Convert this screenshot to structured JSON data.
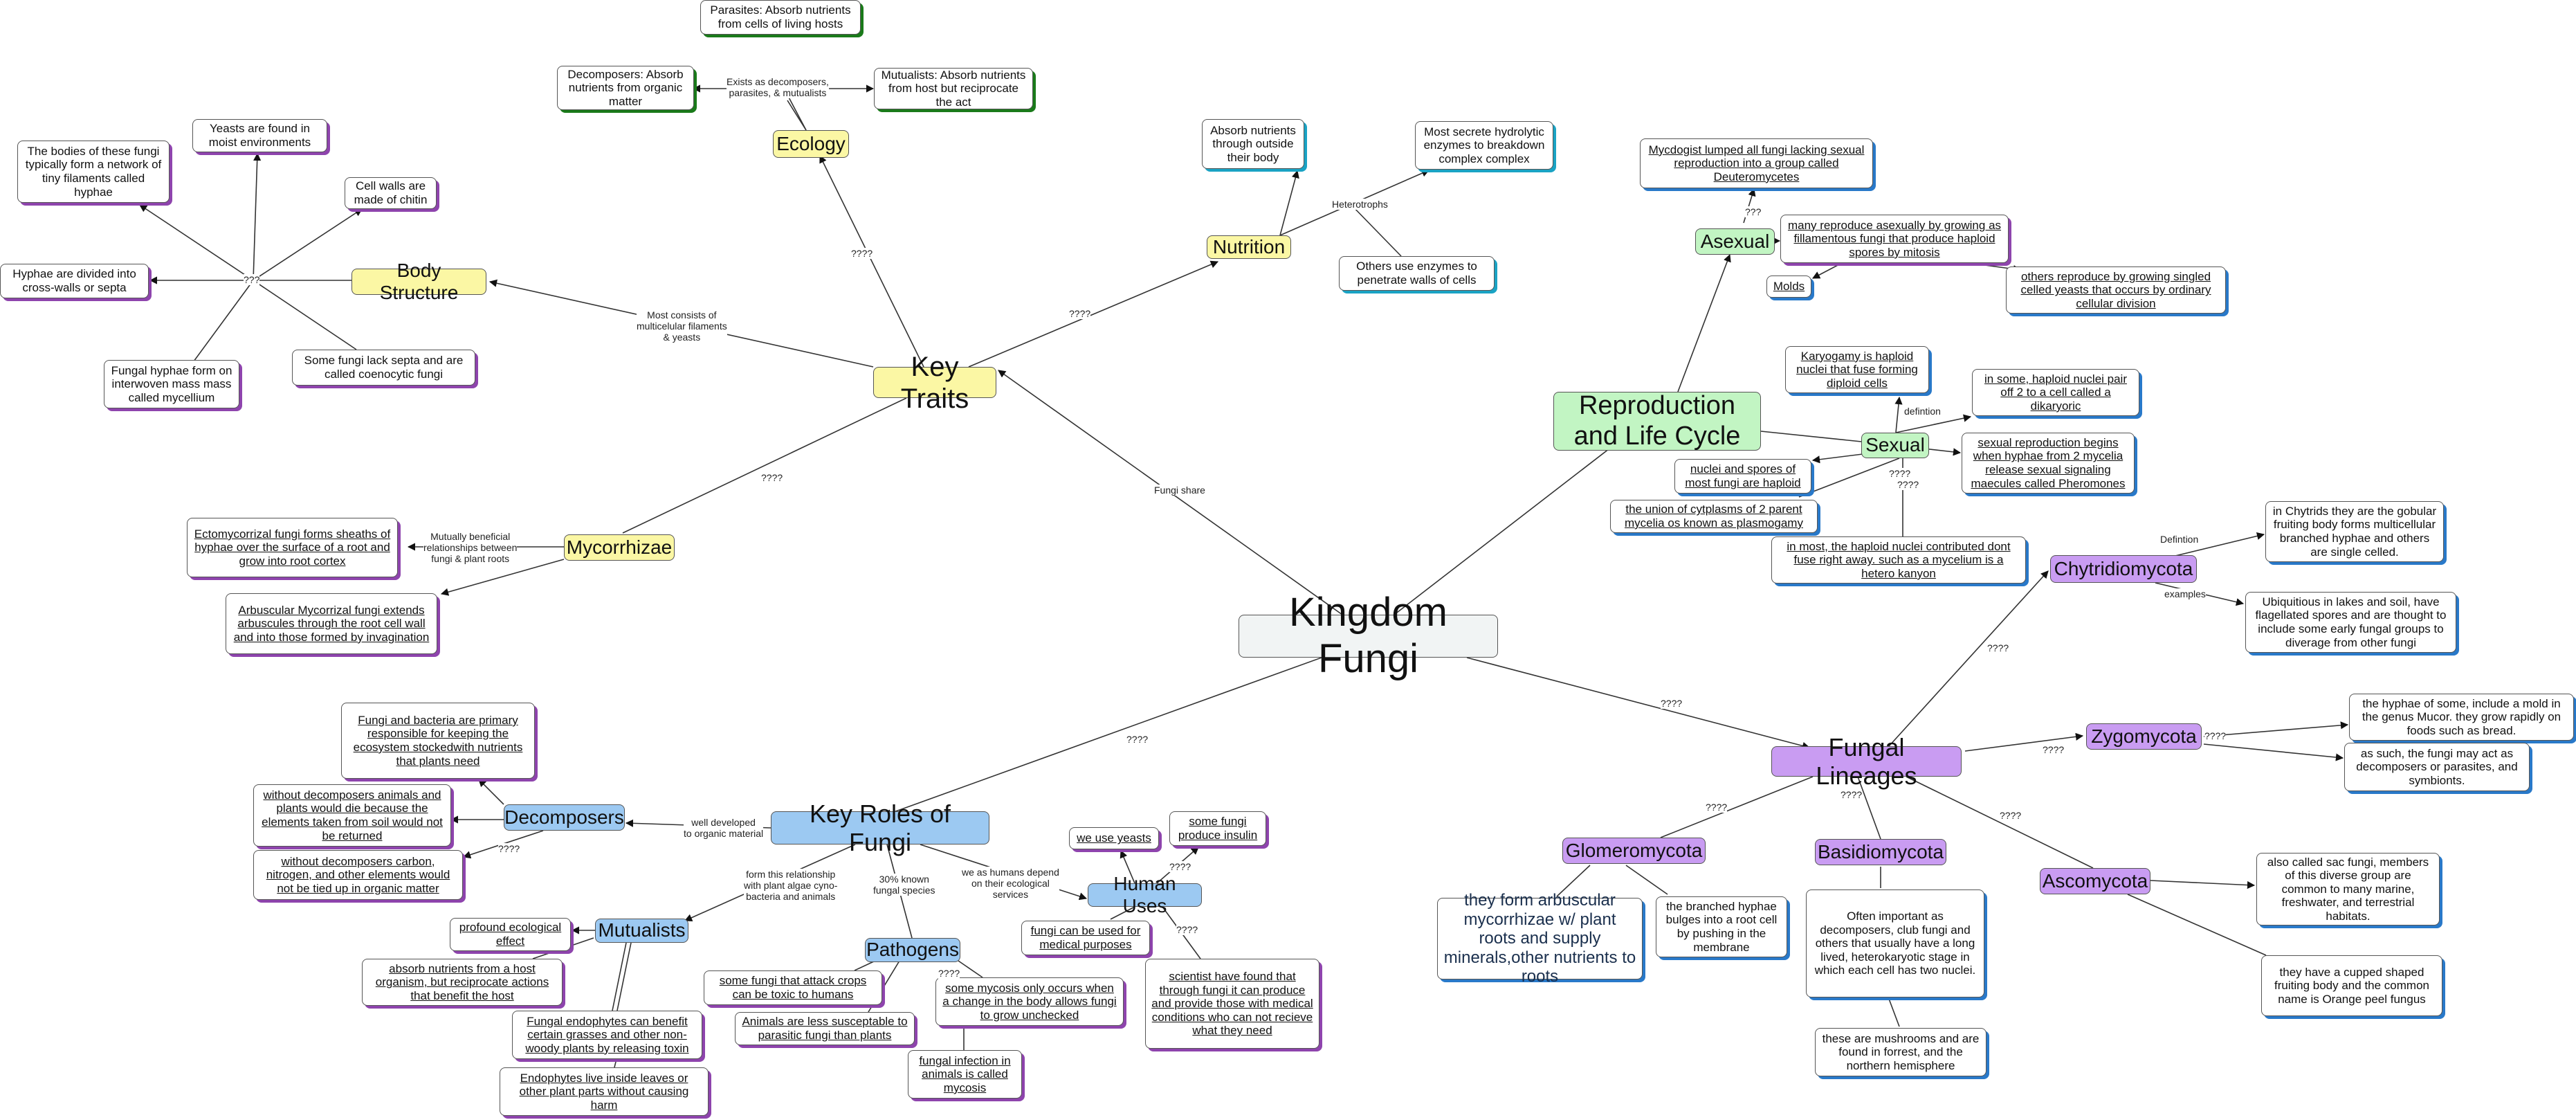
{
  "root": "Kingdom Fungi",
  "key_traits": {
    "title": "Key Traits",
    "ecology": "Ecology",
    "nutrition": "Nutrition",
    "body_structure": "Body Structure",
    "mycorrhizae": "Mycorrhizae",
    "parasites": "Parasites: Absorb nutrients from cells of living hosts",
    "decomposers_eco": "Decomposers: Absorb nutrients from organic matter",
    "mutualists_eco": "Mutualists: Absorb nutrients from host but reciprocate the act",
    "eco_label": "Exists as decomposers,\nparasites, & mutualists",
    "absorb": "Absorb nutrients through outside their body",
    "hydrolytic": "Most secrete hydrolytic enzymes to breakdown complex complex",
    "enzymes": "Others use enzymes to penetrate walls of cells",
    "heterotrophs": "Heterotrophs",
    "yeasts": "Yeasts are found in moist environments",
    "bodies": "The bodies of these fungi typically form a network of tiny filaments called hyphae",
    "chitin": "Cell walls are made of chitin",
    "septa": "Hyphae are divided into cross-walls or septa",
    "mycelium": "Fungal hyphae form on interwoven mass mass called mycellium",
    "coenocytic": "Some fungi lack septa and are called coenocytic fungi",
    "multicellular": "Most consists of\nmulticelular filaments\n& yeasts",
    "ecto": "Ectomycorrizal fungi forms sheaths of hyphae over the surface of a root and grow into root cortex",
    "arbuscular": "Arbuscular Mycorrizal fungi extends arbuscules through the root cell wall and into those formed by invagination",
    "myco_label": "Mutually beneficial\nrelationships between\nfungi & plant roots"
  },
  "reproduction": {
    "title": "Reproduction and Life Cycle",
    "asexual": "Asexual",
    "sexual": "Sexual",
    "mycologist": "Mycdogist lumped all fungi lacking sexual reproduction into a group called Deuteromycetes",
    "mitosis": "many reproduce asexually by growing as fillamentous fungi that produce haploid spores by mitosis",
    "molds": "Molds",
    "yeasts_div": "others reproduce by growing singled celled yeasts that occurs by ordinary cellular division",
    "karyogamy": "Karyogamy is haploid nuclei that fuse forming diploid cells",
    "dikaryotic": "in some, haploid nuclei pair off 2 to a cell called a dikaryoric",
    "pheromones": "sexual reproduction begins when hyphae from 2 mycelia release sexual signaling maecules called Pheromones",
    "nuclei": "nuclei and spores of most fungi are haploid",
    "plasmogamy": "the union of cytplasms of 2 parent mycelia os known as plasmogamy",
    "heterokaryon": "in most, the haploid nuclei contributed dont fuse right away. such as a mycelium is a hetero kanyon",
    "defintion": "defintion"
  },
  "roles": {
    "title": "Key Roles of Fungi",
    "decomposers": "Decomposers",
    "mutualists": "Mutualists",
    "pathogens": "Pathogens",
    "human_uses": "Human Uses",
    "fungi_bacteria": "Fungi and bacteria are primary responsible for keeping the ecosystem stockedwith nutrients that plants need",
    "without1": "without decomposers animals and plants would die because the elements taken from soil would not be returned",
    "without2": "without decomposers carbon, nitrogen, and other elements would not be tied up in organic matter",
    "profound": "profound ecological effect",
    "host": "absorb nutrients from a host organism, but reciprocate actions that benefit the host",
    "endophytes": "Fungal endophytes can benefit certain grasses and other non-woody plants by releasing toxin",
    "endophytes_live": "Endophytes live inside leaves or other plant parts without causing harm",
    "attack": "some fungi that attack crops can be toxic to humans",
    "susceptable": "Animals are less susceptable to parasitic fungi than plants",
    "mycosis": "some mycosis only occurs when a change in the body allows fungi to grow unchecked",
    "infection": "fungal infection in animals is called mycosis",
    "yeasts_use": "we use yeasts",
    "insulin": "some fungi produce insulin",
    "medical": "fungi can be used for medical purposes",
    "scientist": "scientist have found that through fungi it can produce and provide those with medical conditions who can not recieve what they need",
    "well_dev": "well developed\nto organic material",
    "partnership": "form this relationship\nwith plant algae cyno-\nbacteria and animals",
    "known": "30% known\nfungal species",
    "depend": "we as humans depend\non their ecological\nservices"
  },
  "lineages": {
    "title": "Fungal Lineages",
    "chytrid": "Chytridiomycota",
    "zygo": "Zygomycota",
    "glomero": "Glomeromycota",
    "basidio": "Basidiomycota",
    "asco": "Ascomycota",
    "chytrid_def": "in Chytrids they are the gobular fruiting body forms multicellular branched hyphae and others are single celled.",
    "chytrid_ex": "Ubiquitious in lakes and soil, have flagellated spores and are thought to include some early fungal groups to diverage from other fungi",
    "zygo_mold": "the hyphae of some, include a mold in the genus Mucor. they grow rapidly on foods such as bread.",
    "zygo_decomp": "as such, the fungi may act as decomposers or parasites, and symbionts.",
    "glomero_a": "they form arbuscular mycorrhizae w/ plant roots and supply minerals,other nutrients to roots",
    "glomero_b": "the branched hyphae bulges into a root cell by pushing in the membrane",
    "basidio_a": "Often important as decomposers, club fungi and others that usually have a long lived, heterokaryotic stage in which each cell has two nuclei.",
    "basidio_b": "these are mushrooms and are found in forrest, and the northern hemisphere",
    "asco_a": "also called sac fungi, members of this diverse group are common to many marine, freshwater, and terrestrial habitats.",
    "asco_b": "they have a cupped shaped fruiting body and the common name is Orange peel fungus",
    "definition": "Defintion",
    "examples": "examples"
  },
  "links": {
    "qqqq": "????",
    "qqq": "???",
    "fungi_share": "Fungi share",
    "sexual_q": "????"
  }
}
